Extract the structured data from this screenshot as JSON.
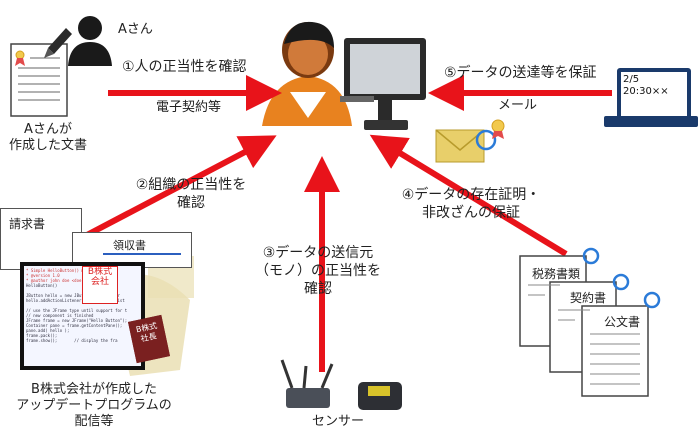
{
  "diagram": {
    "person_a_name": "Aさん",
    "person_a_doc_caption_line1": "Aさんが",
    "person_a_doc_caption_line2": "作成した文書",
    "label_1": "①人の正当性を確認",
    "label_1_sub": "電子契約等",
    "label_2_line1": "②組織の正当性を",
    "label_2_line2": "確認",
    "label_3_line1": "③データの送信元",
    "label_3_line2": "（モノ）の正当性を",
    "label_3_line3": "確認",
    "label_4_line1": "④データの存在証明・",
    "label_4_line2": "非改ざんの保証",
    "label_5": "⑤データの送達等を保証",
    "label_5_sub": "メール",
    "laptop_line1": "2/5",
    "laptop_line2": "20:30××",
    "invoice_title": "請求書",
    "receipt_title": "領収書",
    "company_stamp_line1": "B株式",
    "company_stamp_line2": "会社",
    "small_stamp_line1": "B株式",
    "small_stamp_line2": "社長",
    "company_caption_line1": "B株式会社が作成した",
    "company_caption_line2": "アップデートプログラムの",
    "company_caption_line3": "配信等",
    "tax_doc": "税務書類",
    "contract_doc": "契約書",
    "official_doc": "公文書",
    "sensor_caption": "センサー",
    "code_line_1": "* Simple HelloButton() method.",
    "code_line_2": "* @version 1.0",
    "code_line_3": "* @author john doe <doe.j@example.com>",
    "code_line_4": "HelloButton()",
    "code_line_5": "JButton hello = new JButton(\"Hello, wor",
    "code_line_6": "hello.addActionListener( new HelloBtnList",
    "code_line_7": "// use the JFrame type until support for t",
    "code_line_8": "// new component is finished",
    "code_line_9": "JFrame frame = new JFrame(\"Hello Button\");",
    "code_line_10": "Container pane = frame.getContentPane();",
    "code_line_11": "pane.add( hello );",
    "code_line_12": "frame.pack();",
    "code_line_13": "frame.show();       // display the fra",
    "colors": {
      "arrow": "#e8131a",
      "person_skin": "#e8821f",
      "laptop": "#1a3a6b",
      "seal": "#2b7bd8"
    }
  }
}
